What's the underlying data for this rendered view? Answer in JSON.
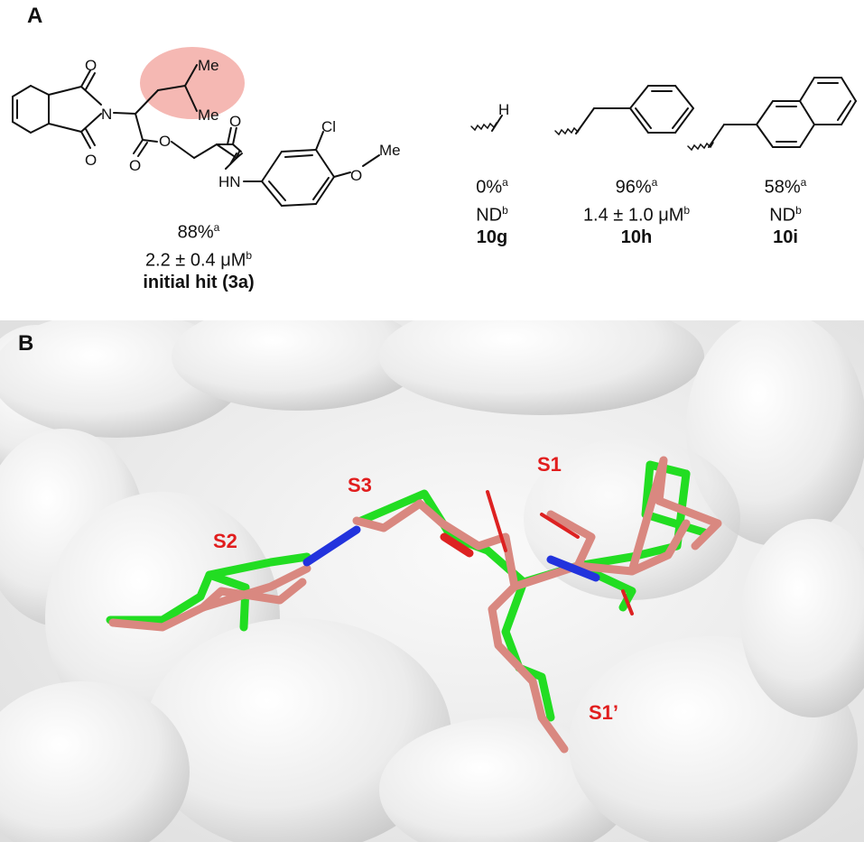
{
  "panelA": {
    "label": "A",
    "atoms": {
      "o_top": "O",
      "o_bottom": "O",
      "n_imide": "N",
      "me_top": "Me",
      "me_bottom": "Me",
      "o_ester_carbonyl": "O",
      "o_ester_link": "O",
      "o_amide": "O",
      "hn": "HN",
      "cl": "Cl",
      "o_methoxy": "O",
      "me_methoxy": "Me",
      "h_10g": "H"
    },
    "highlight_color": "#f5b8b3",
    "compounds": [
      {
        "id": "3a",
        "percent": "88%",
        "percent_sup": "a",
        "ic50": "2.2 ± 0.4 μM",
        "ic50_sup": "b",
        "name": "initial hit (3a)"
      },
      {
        "id": "10g",
        "percent": "0%",
        "percent_sup": "a",
        "ic50": "ND",
        "ic50_sup": "b",
        "name": "10g"
      },
      {
        "id": "10h",
        "percent": "96%",
        "percent_sup": "a",
        "ic50": "1.4 ± 1.0 μM",
        "ic50_sup": "b",
        "name": "10h"
      },
      {
        "id": "10i",
        "percent": "58%",
        "percent_sup": "a",
        "ic50": "ND",
        "ic50_sup": "b",
        "name": "10i"
      }
    ]
  },
  "panelB": {
    "label": "B",
    "sites": {
      "s1": "S1",
      "s2": "S2",
      "s3": "S3",
      "s1prime": "S1’"
    },
    "colors": {
      "ligand_green": "#22dd22",
      "ligand_pink": "#d98880",
      "nitrogen": "#2233dd",
      "oxygen": "#dd2222",
      "site_label": "#e11d1d",
      "surface": "#ececec"
    }
  }
}
